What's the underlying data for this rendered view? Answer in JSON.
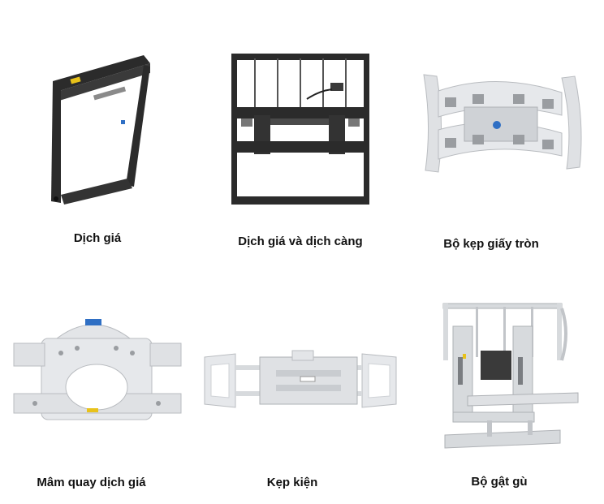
{
  "colors": {
    "background": "#ffffff",
    "frame_dark": "#2b2b2b",
    "attachment_light": "#dfe1e4",
    "accent_yellow": "#e8c21a",
    "accent_blue": "#2f6fc4",
    "caption_text": "#111111"
  },
  "products": [
    {
      "caption": "Dịch giá",
      "icon": "side-shifter-icon"
    },
    {
      "caption": "Dịch giá và dịch càng",
      "icon": "fork-positioner-icon"
    },
    {
      "caption": "Bộ kẹp giấy tròn",
      "icon": "paper-roll-clamp-icon"
    },
    {
      "caption": "Mâm quay dịch giá",
      "icon": "rotator-icon"
    },
    {
      "caption": "Kẹp kiện",
      "icon": "bale-clamp-icon"
    },
    {
      "caption": "Bộ gật gù",
      "icon": "fork-tilter-icon"
    }
  ]
}
